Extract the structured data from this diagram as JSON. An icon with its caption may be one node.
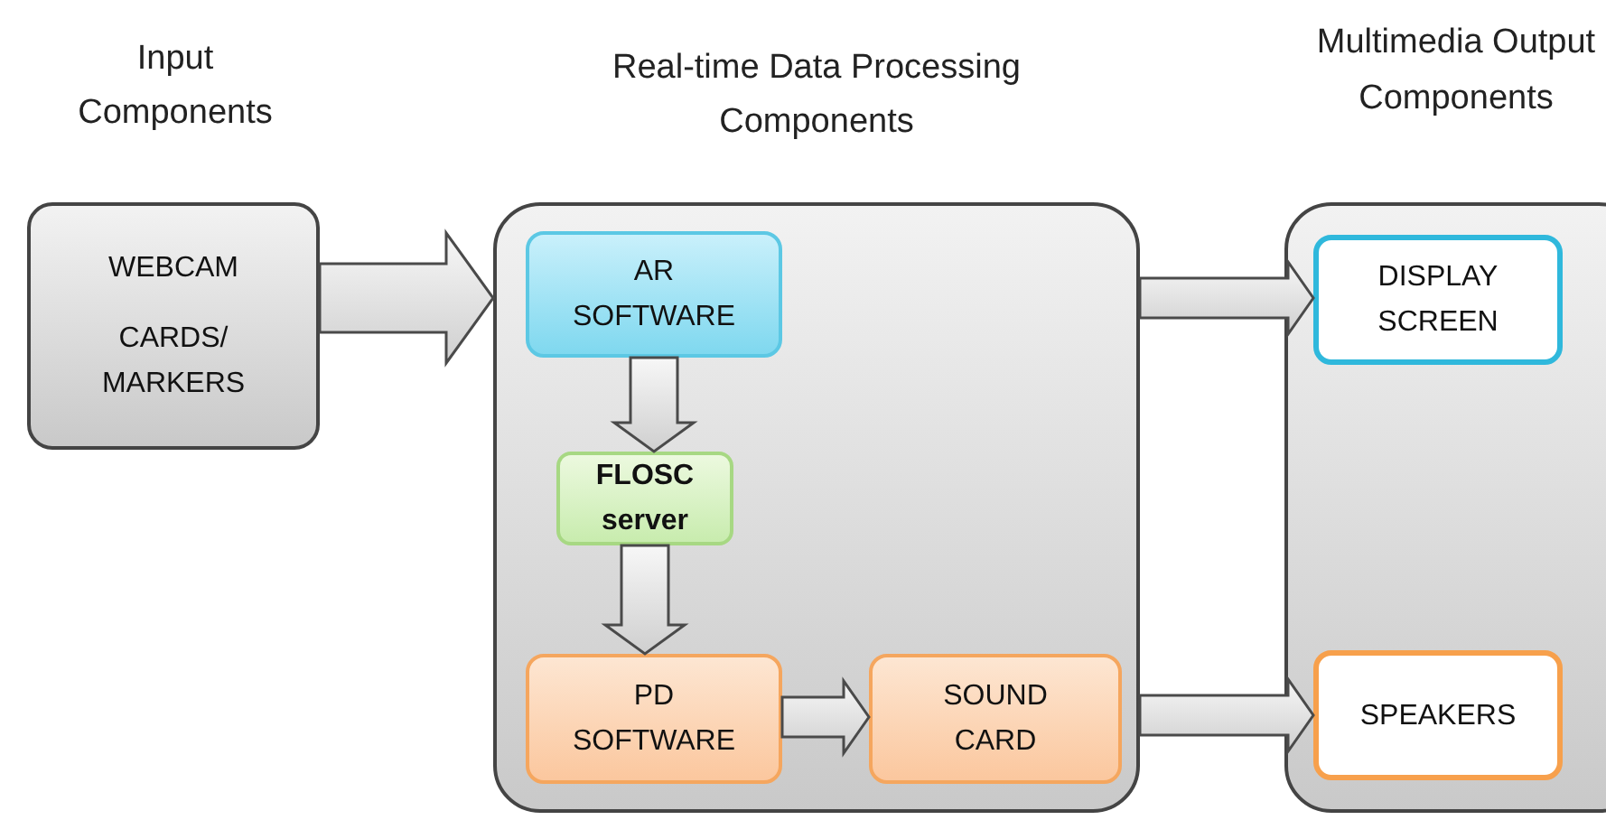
{
  "diagram": {
    "nodes": [
      {
        "text": [
          "Input Components",
          "WEBCAM",
          "CARDS/ MARKERS"
        ]
      },
      {
        "text": [
          "Real-time Data Processing Components"
        ]
      },
      {
        "text": [
          "AR SOFTWARE"
        ],
        "in": 1
      },
      {
        "text": [
          "FLOSC server"
        ],
        "in": 1
      },
      {
        "text": [
          "PD SOFTWARE"
        ],
        "in": 1
      },
      {
        "text": [
          "SOUND CARD"
        ],
        "in": 1
      },
      {
        "text": [
          "Multimedia Output Components"
        ]
      },
      {
        "text": [
          "DISPLAY SCREEN"
        ],
        "in": 6
      },
      {
        "text": [
          "SPEAKERS"
        ],
        "in": 6
      }
    ],
    "edges": [
      {
        "from": 0,
        "to": 1,
        "arrow": "to"
      },
      {
        "from": 2,
        "to": 3,
        "arrow": "to"
      },
      {
        "from": 3,
        "to": 4,
        "arrow": "to"
      },
      {
        "from": 4,
        "to": 5,
        "arrow": "to"
      },
      {
        "from": 1,
        "to": 7,
        "arrow": "to"
      },
      {
        "from": 1,
        "to": 8,
        "arrow": "to"
      }
    ]
  }
}
